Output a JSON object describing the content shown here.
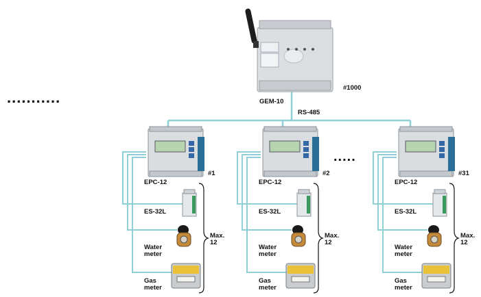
{
  "gateway": {
    "name": "GEM-10",
    "address": "#1000",
    "bus": "RS-485"
  },
  "left_dots": "...........",
  "gap_dots": ".....",
  "colors": {
    "wire": "#8fcfd6",
    "device_body": "#d9dde0",
    "lcd": "#b6d4b0",
    "din_blue": "#2b6f99",
    "button_blue": "#3367a6",
    "gas_yellow": "#e9c23a",
    "meter_orange": "#c48a3a"
  },
  "groups": [
    {
      "address": "#1",
      "controller": "EPC-12",
      "sensor": "ES-32L",
      "water": "Water\nmeter",
      "gas": "Gas\nmeter",
      "limit": "Max.\n12"
    },
    {
      "address": "#2",
      "controller": "EPC-12",
      "sensor": "ES-32L",
      "water": "Water\nmeter",
      "gas": "Gas\nmeter",
      "limit": "Max.\n12"
    },
    {
      "address": "#31",
      "controller": "EPC-12",
      "sensor": "ES-32L",
      "water": "Water\nmeter",
      "gas": "Gas\nmeter",
      "limit": "Max.\n12"
    }
  ]
}
